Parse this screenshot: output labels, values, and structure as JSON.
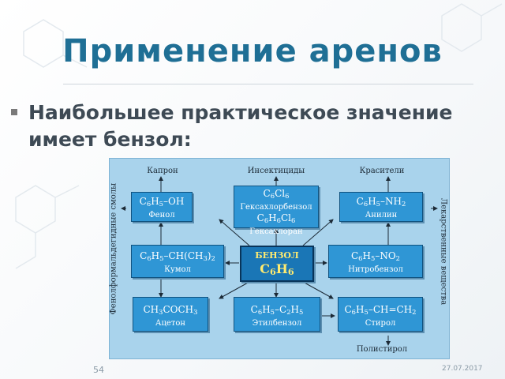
{
  "slide": {
    "title": "Применение аренов",
    "bullet": "Наибольшее практическое значение имеет бензол:",
    "page_number": "54",
    "date": "27.07.2017"
  },
  "diagram": {
    "center": {
      "name": "БЕНЗОЛ",
      "formula_main": "C",
      "formula_sub1": "6",
      "formula_mid": "H",
      "formula_sub2": "6"
    },
    "top_labels": {
      "left": "Капрон",
      "middle": "Инсектициды",
      "right": "Красители"
    },
    "bottom_label": "Полистирол",
    "side_labels": {
      "left": "Фенолформальдегидные смолы",
      "right": "Лекарственные вещества"
    },
    "boxes": {
      "phenol": {
        "formula": "C6H5–OH",
        "name": "Фенол"
      },
      "hexachlor": {
        "formula1": "C6Cl6",
        "name1": "Гексахлорбензол",
        "formula2": "C6H6Cl6",
        "name2": "Гексахлоран"
      },
      "aniline": {
        "formula": "C6H5–NH2",
        "name": "Анилин"
      },
      "cumene": {
        "formula": "C6H5–CH(CH3)2",
        "name": "Кумол"
      },
      "nitrobenzene": {
        "formula": "C6H5–NO2",
        "name": "Нитробензол"
      },
      "acetone": {
        "formula": "CH3COCH3",
        "name": "Ацетон"
      },
      "ethylbenzene": {
        "formula": "C6H5–C2H5",
        "name": "Этилбензол"
      },
      "styrene": {
        "formula": "C6H5–CH=CH2",
        "name": "Стирол"
      }
    }
  },
  "colors": {
    "title": "#1f6f95",
    "panel": "#a9d3ec",
    "box": "#2f96d5",
    "center_text": "#ffeb70"
  }
}
